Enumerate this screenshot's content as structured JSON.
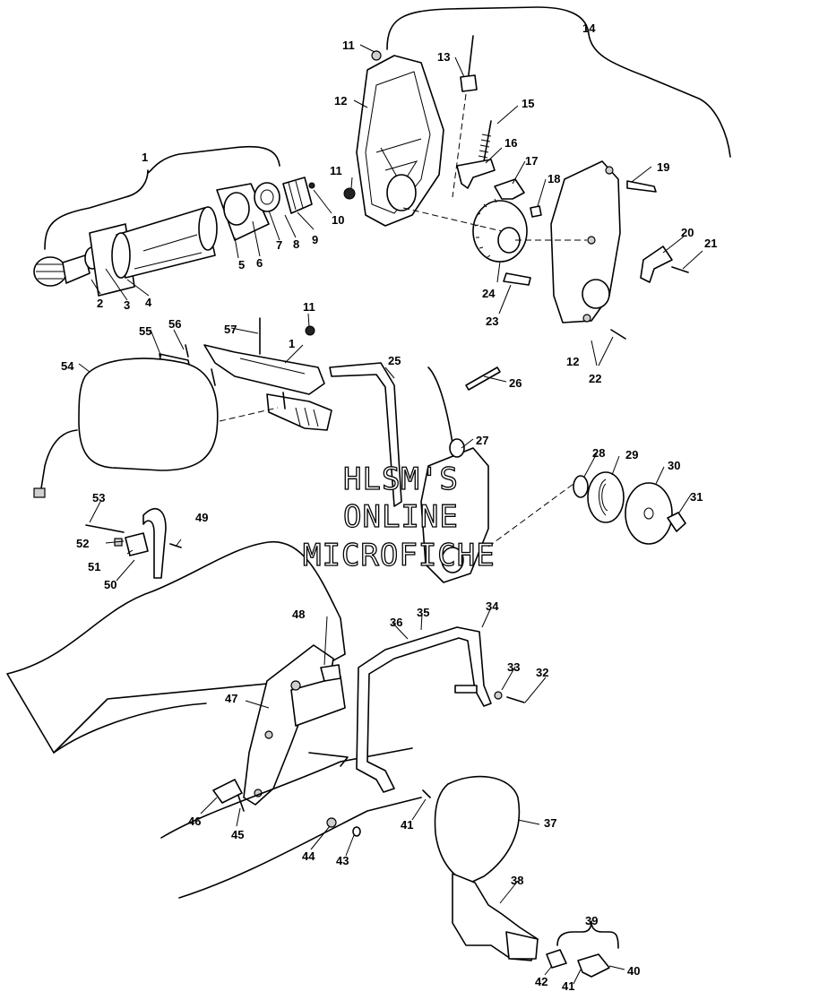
{
  "watermark": {
    "line1": "HLSM'S",
    "line2": "ONLINE",
    "line3": "MICROFICHE"
  },
  "callouts": [
    "1",
    "1",
    "2",
    "3",
    "4",
    "5",
    "6",
    "7",
    "8",
    "9",
    "10",
    "11",
    "11",
    "11",
    "12",
    "12",
    "13",
    "14",
    "15",
    "16",
    "17",
    "18",
    "19",
    "20",
    "21",
    "22",
    "23",
    "24",
    "25",
    "26",
    "27",
    "28",
    "29",
    "30",
    "31",
    "32",
    "33",
    "34",
    "35",
    "36",
    "37",
    "38",
    "39",
    "40",
    "41",
    "41",
    "42",
    "43",
    "44",
    "45",
    "46",
    "47",
    "48",
    "49",
    "50",
    "51",
    "52",
    "53",
    "54",
    "55",
    "56",
    "57"
  ]
}
